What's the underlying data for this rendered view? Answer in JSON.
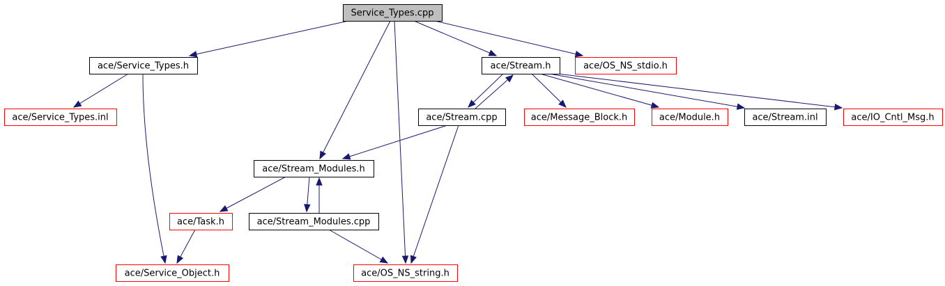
{
  "graph": {
    "colors": {
      "edge": "#191970",
      "root_fill": "#bfbfbf",
      "node_fill": "#ffffff",
      "documented_border": "#000000",
      "undocumented_border": "#ff0000"
    },
    "nodes": [
      {
        "id": "n_service_types_cpp",
        "label": "Service_Types.cpp",
        "style": "root"
      },
      {
        "id": "n_service_types_h",
        "label": "ace/Service_Types.h",
        "style": "documented"
      },
      {
        "id": "n_stream_h",
        "label": "ace/Stream.h",
        "style": "documented"
      },
      {
        "id": "n_os_ns_stdio",
        "label": "ace/OS_NS_stdio.h",
        "style": "undocumented"
      },
      {
        "id": "n_service_types_inl",
        "label": "ace/Service_Types.inl",
        "style": "undocumented"
      },
      {
        "id": "n_stream_cpp",
        "label": "ace/Stream.cpp",
        "style": "documented"
      },
      {
        "id": "n_message_block",
        "label": "ace/Message_Block.h",
        "style": "undocumented"
      },
      {
        "id": "n_module_h",
        "label": "ace/Module.h",
        "style": "undocumented"
      },
      {
        "id": "n_stream_inl",
        "label": "ace/Stream.inl",
        "style": "documented"
      },
      {
        "id": "n_io_cntl_msg",
        "label": "ace/IO_Cntl_Msg.h",
        "style": "undocumented"
      },
      {
        "id": "n_stream_modules_h",
        "label": "ace/Stream_Modules.h",
        "style": "documented"
      },
      {
        "id": "n_task_h",
        "label": "ace/Task.h",
        "style": "undocumented"
      },
      {
        "id": "n_stream_modules_cpp",
        "label": "ace/Stream_Modules.cpp",
        "style": "documented"
      },
      {
        "id": "n_service_object",
        "label": "ace/Service_Object.h",
        "style": "undocumented"
      },
      {
        "id": "n_os_ns_string",
        "label": "ace/OS_NS_string.h",
        "style": "undocumented"
      }
    ],
    "edges": [
      {
        "from": "n_service_types_cpp",
        "to": "n_service_types_h"
      },
      {
        "from": "n_service_types_cpp",
        "to": "n_stream_h"
      },
      {
        "from": "n_service_types_cpp",
        "to": "n_os_ns_stdio"
      },
      {
        "from": "n_service_types_cpp",
        "to": "n_stream_modules_h"
      },
      {
        "from": "n_service_types_cpp",
        "to": "n_os_ns_string"
      },
      {
        "from": "n_service_types_h",
        "to": "n_service_types_inl"
      },
      {
        "from": "n_service_types_h",
        "to": "n_service_object"
      },
      {
        "from": "n_stream_h",
        "to": "n_stream_cpp"
      },
      {
        "from": "n_stream_cpp",
        "to": "n_stream_h"
      },
      {
        "from": "n_stream_h",
        "to": "n_message_block"
      },
      {
        "from": "n_stream_h",
        "to": "n_module_h"
      },
      {
        "from": "n_stream_h",
        "to": "n_stream_inl"
      },
      {
        "from": "n_stream_h",
        "to": "n_io_cntl_msg"
      },
      {
        "from": "n_stream_cpp",
        "to": "n_stream_modules_h"
      },
      {
        "from": "n_stream_cpp",
        "to": "n_os_ns_string"
      },
      {
        "from": "n_stream_modules_h",
        "to": "n_task_h"
      },
      {
        "from": "n_stream_modules_h",
        "to": "n_stream_modules_cpp"
      },
      {
        "from": "n_stream_modules_cpp",
        "to": "n_stream_modules_h"
      },
      {
        "from": "n_stream_modules_cpp",
        "to": "n_os_ns_string"
      },
      {
        "from": "n_task_h",
        "to": "n_service_object"
      }
    ]
  }
}
